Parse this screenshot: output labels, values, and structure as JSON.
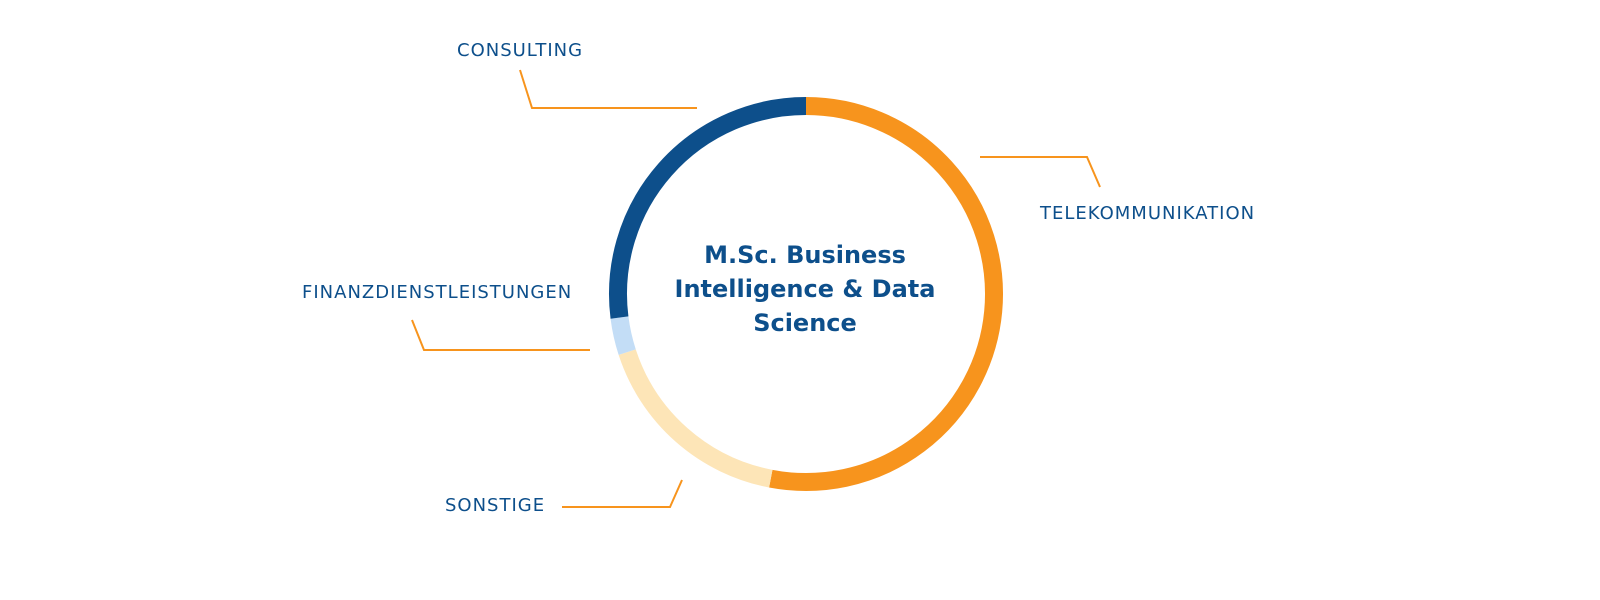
{
  "chart_data": {
    "type": "pie",
    "style": "donut",
    "center_title": "M.Sc. Business Intelligence & Data Science",
    "legend": "none",
    "slices": [
      {
        "name": "TELEKOMMUNIKATION",
        "value": 53,
        "color": "#f7941d"
      },
      {
        "name": "SONSTIGE",
        "value": 17,
        "color": "#fde5b7"
      },
      {
        "name": "FINANZDIENSTLEISTUNGEN",
        "value": 3,
        "color": "#c3ddf6"
      },
      {
        "name": "CONSULTING",
        "value": 27,
        "color": "#0d4f8b"
      }
    ],
    "colors": {
      "label_text": "#0d4f8b",
      "leader_line": "#f7941d"
    }
  }
}
